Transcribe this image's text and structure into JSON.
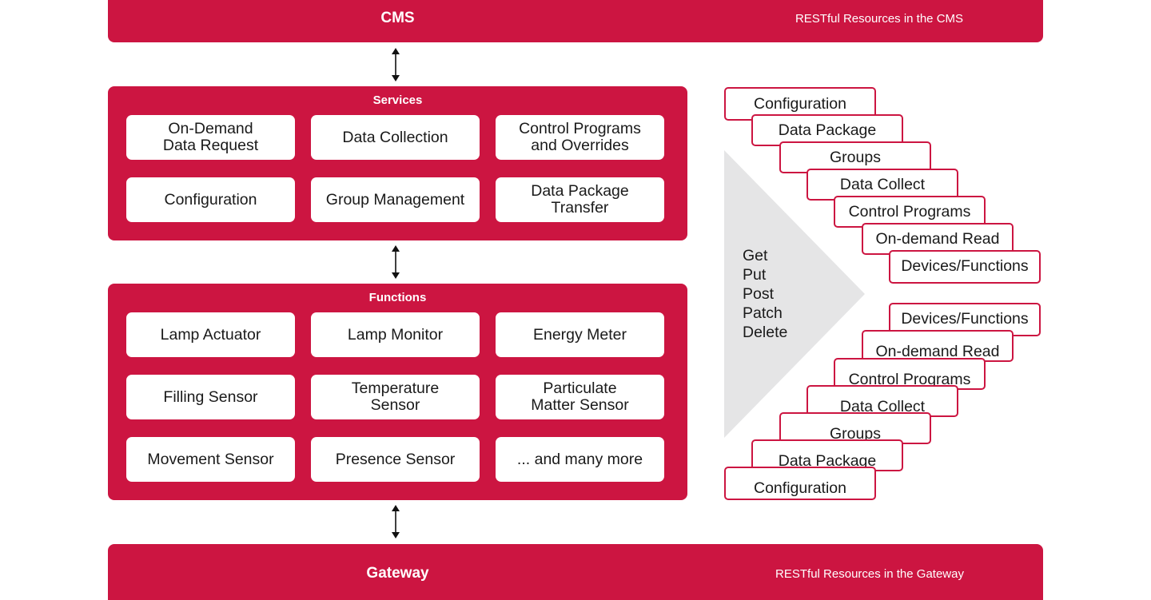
{
  "cms": {
    "title": "CMS",
    "subtitle": "RESTful Resources in the CMS"
  },
  "gateway": {
    "title": "Gateway",
    "subtitle": "RESTful Resources in the Gateway"
  },
  "services": {
    "title": "Services",
    "items": [
      "On-Demand\nData Request",
      "Data Collection",
      "Control Programs\nand Overrides",
      "Configuration",
      "Group Management",
      "Data Package\nTransfer"
    ]
  },
  "functions": {
    "title": "Functions",
    "items": [
      "Lamp Actuator",
      "Lamp Monitor",
      "Energy Meter",
      "Filling Sensor",
      "Temperature\nSensor",
      "Particulate\nMatter Sensor",
      "Movement Sensor",
      "Presence Sensor",
      "... and many more"
    ]
  },
  "methods": [
    "Get",
    "Put",
    "Post",
    "Patch",
    "Delete"
  ],
  "resources_top": [
    "Configuration",
    "Data Package",
    "Groups",
    "Data Collect",
    "Control Programs",
    "On-demand Read",
    "Devices/Functions"
  ],
  "resources_bottom": [
    "Devices/Functions",
    "On-demand Read",
    "Control Programs",
    "Data Collect",
    "Groups",
    "Data Package",
    "Configuration"
  ],
  "colors": {
    "accent": "#cc1541",
    "triangle": "#e5e5e6"
  }
}
